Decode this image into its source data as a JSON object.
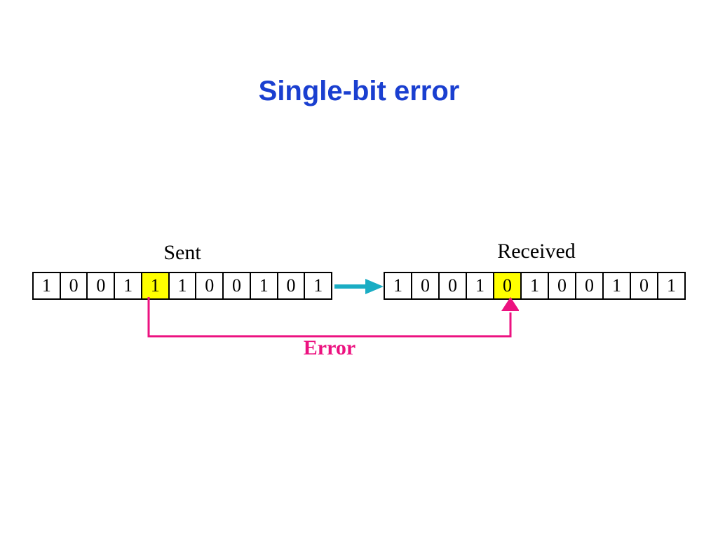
{
  "slide": {
    "title": "Single-bit error",
    "title_color": "#1a3fd0",
    "background": "#ffffff"
  },
  "diagram": {
    "highlight_color": "#ffff00",
    "cell_border_color": "#000000",
    "transmit_arrow": {
      "icon": "right-arrow-icon",
      "color": "#1aadc4",
      "direction": "right"
    },
    "error_connector": {
      "icon": "up-arrow-icon",
      "color": "#ec1280",
      "label": "Error",
      "from": "sent-bit-5",
      "to": "received-bit-5"
    },
    "sent": {
      "caption": "Sent",
      "bits": [
        "1",
        "0",
        "0",
        "1",
        "1",
        "1",
        "0",
        "0",
        "1",
        "0",
        "1"
      ],
      "error_index": 4
    },
    "received": {
      "caption": "Received",
      "bits": [
        "1",
        "0",
        "0",
        "1",
        "0",
        "1",
        "0",
        "0",
        "1",
        "0",
        "1"
      ],
      "error_index": 4
    }
  }
}
